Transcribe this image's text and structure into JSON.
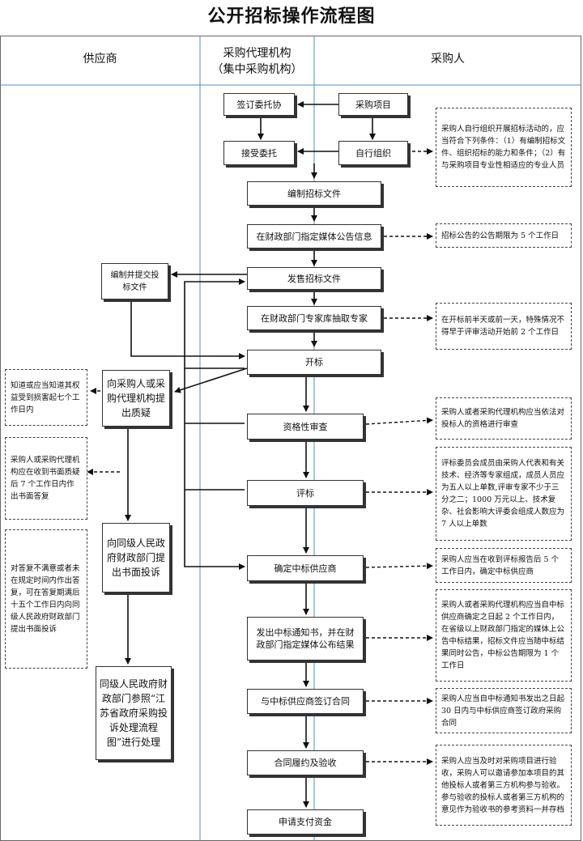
{
  "title": "公开招标操作流程图",
  "headers": {
    "supplier": "供应商",
    "agency_line1": "采购代理机构",
    "agency_line2": "（集中采购机构）",
    "purchaser": "采购人"
  },
  "boxes": {
    "sign_entrust": "签订委托协",
    "purchase_project": "采购项目",
    "accept_entrust": "接受委托",
    "self_organize": "自行组织",
    "compile_docs": "编制招标文件",
    "publish_notice": "在财政部门指定媒体公告信息",
    "sell_docs": "发售招标文件",
    "extract_experts": "在财政部门专家库抽取专家",
    "bid_opening": "开标",
    "qualification": "资格性审查",
    "evaluation": "评标",
    "determine_winner": "确定中标供应商",
    "issue_notice": "发出中标通知书，并在财政部门指定媒体公布结果",
    "sign_contract": "与中标供应商签订合同",
    "performance": "合同履约及验收",
    "apply_payment": "申请支付资金",
    "prepare_bid": "编制并提交投标文件",
    "raise_query": "向采购人或采购代理机构提出质疑",
    "file_complaint": "向同级人民政府财政部门提出书面投诉",
    "gov_process": "同级人民政府财政部门参照“江苏省政府采购投诉处理流程图”进行处理"
  },
  "notes": {
    "self_org_conditions": "采购人自行组织开展招标活动的，应当符合下列条件：（1）有编制招标文件、组织招标的能力和条件；（2）有与采购项目专业性相适应的专业人员",
    "notice_period": "招标公告的公告期限为 5 个工作日",
    "expert_timing": "在开标前半天或前一天，特殊情况不得早于评审活动开始前 2 个工作日",
    "qualification_review": "采购人或者采购代理机构应当依法对投标人的资格进行审查",
    "committee": "评标委员会成员由采购人代表和有关技术、经济等专家组成，成员人员应为五人以上单数,评审专家不少于三分之二；1000 万元以上、技术复杂、社会影响大评委会组成人数应为 7 人以上单数",
    "confirm_winner": "采购人应当在收到评标报告后 5 个工作日内，确定中标供应商",
    "announce_result": "采购人或者采购代理机构应当自中标供应商确定之日起 2 个工作日内，在省级以上财政部门指定的媒体上公告中标结果，招标文件应当随中标结果同时公告，中标公告期限为 1 个工作日",
    "contract_time": "采购人应当自中标通知书发出之日起 30 日内与中标供应商签订政府采购合同",
    "acceptance": "采购人应当及时对采购项目进行验收，采购人可以邀请参加本项目的其他投标人或者第三方机构参与验收。参与验收的投标人或者第三方机构的意见作为验收书的参考资料一并存档",
    "query_period": "知道或应当知道其权益受到损害起七个工作日内",
    "reply_period": "采购人或采购代理机构应在收到书面质疑后 7 个工作日内作出书面答复",
    "complaint_period": "对答复不满意或者未在规定时间内作出答复，可在答复期满后十五个工作日内向同级人民政府财政部门提出书面投诉"
  }
}
